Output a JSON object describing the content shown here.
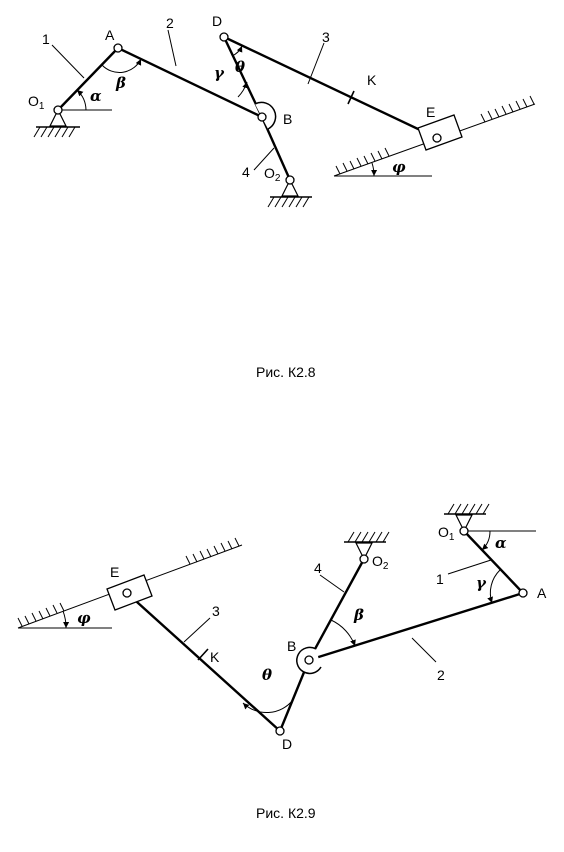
{
  "figure1": {
    "caption": "Рис. К2.8",
    "labels": {
      "n1": "1",
      "n2": "2",
      "n3": "3",
      "n4": "4",
      "A": "A",
      "B": "B",
      "D": "D",
      "E": "E",
      "K": "K",
      "O1": "O",
      "O1_sub": "1",
      "O2": "O",
      "O2_sub": "2"
    },
    "angles": {
      "alpha": "α",
      "beta": "β",
      "gamma": "γ",
      "theta": "θ",
      "phi": "φ"
    }
  },
  "figure2": {
    "caption": "Рис. К2.9",
    "labels": {
      "n1": "1",
      "n2": "2",
      "n3": "3",
      "n4": "4",
      "A": "A",
      "B": "B",
      "D": "D",
      "E": "E",
      "K": "K",
      "O1": "O",
      "O1_sub": "1",
      "O2": "O",
      "O2_sub": "2"
    },
    "angles": {
      "alpha": "α",
      "beta": "β",
      "gamma": "γ",
      "theta": "θ",
      "phi": "φ"
    }
  }
}
